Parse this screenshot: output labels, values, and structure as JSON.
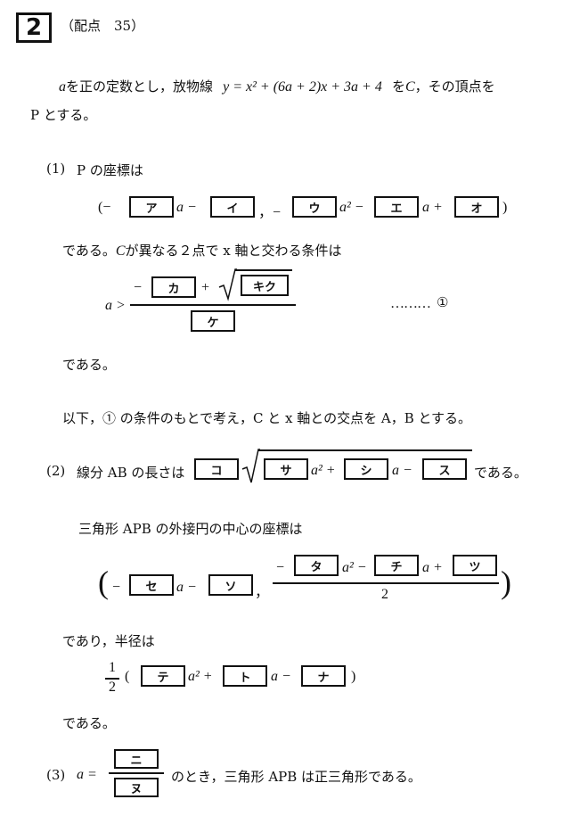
{
  "header": {
    "number": "2",
    "points": "（配点　35）"
  },
  "intro": {
    "line1_pre": "を正の定数とし，放物線",
    "line1_var_a": "a",
    "equation": "y = x² + (6a + 2)x + 3a + 4",
    "line1_post": "を",
    "curve": "C",
    "line1_end": "，その頂点を",
    "line2": "P とする。"
  },
  "part1": {
    "label": "(1)",
    "text": "P の座標は",
    "coord_open": "(−",
    "coord_a1": "a −",
    "coord_comma": "，−",
    "coord_a2": "a² −",
    "coord_a3": "a +",
    "coord_close": ")",
    "box_a": "ア",
    "box_i": "イ",
    "box_u": "ウ",
    "box_e": "エ",
    "box_o": "オ",
    "text2_pre": "である。",
    "text2_c": "C",
    "text2_post": "が異なる２点で x 軸と交わる条件は",
    "ineq_lhs": "a >",
    "num_minus": "−",
    "num_plus": "+",
    "box_ka": "カ",
    "box_kiku": "キク",
    "box_ke": "ケ",
    "dots": "………",
    "eqnum": "①",
    "text3": "である。"
  },
  "condition_line": "以下，① の条件のもとで考え，C と x 軸との交点を A，B とする。",
  "part2": {
    "label": "(2)",
    "text_pre": "線分 AB の長さは",
    "box_ko": "コ",
    "box_sa": "サ",
    "box_shi": "シ",
    "box_su": "ス",
    "t_a2": "a² +",
    "t_a": "a −",
    "text_post": "である。",
    "circ_text": "三角形 APB の外接円の中心の座標は",
    "c_open": "(−",
    "c_a": "a −",
    "c_comma": "，",
    "c_minus": "−",
    "c_a2": "a² −",
    "c_a3": "a +",
    "c_den": "2",
    "c_close": ")",
    "box_se": "セ",
    "box_so": "ソ",
    "box_ta": "タ",
    "box_chi": "チ",
    "box_tsu": "ツ",
    "radius_text": "であり，半径は",
    "r_num": "1",
    "r_den": "2",
    "r_open": "(",
    "r_a2": "a² +",
    "r_a": "a −",
    "r_close": ")",
    "box_te": "テ",
    "box_to": "ト",
    "box_na": "ナ",
    "end_text": "である。"
  },
  "part3": {
    "label": "(3)",
    "lhs": "a =",
    "box_ni": "ニ",
    "box_nu": "ヌ",
    "text": "のとき，三角形 APB は正三角形である。"
  }
}
